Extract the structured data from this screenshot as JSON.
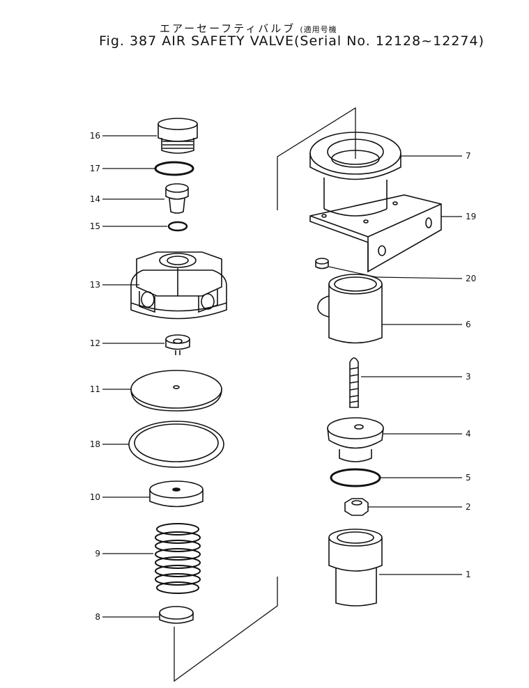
{
  "title": {
    "japanese": "エアーセーフティバルブ",
    "japanese_note": "(適用号機",
    "english": "Fig. 387 AIR SAFETY VALVE(Serial No. 12128~12274)"
  },
  "labels_left": [
    "16",
    "17",
    "14",
    "15",
    "13",
    "12",
    "11",
    "18",
    "10",
    "9",
    "8"
  ],
  "labels_right": [
    "7",
    "19",
    "20",
    "6",
    "3",
    "4",
    "5",
    "2",
    "1"
  ]
}
